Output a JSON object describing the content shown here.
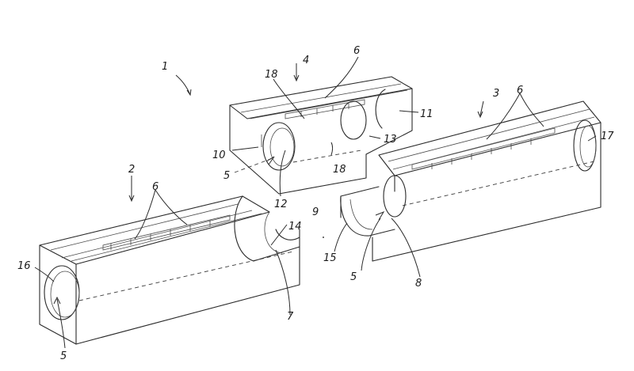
{
  "labels": {
    "l1": "1",
    "l2": "2",
    "l3": "3",
    "l4": "4",
    "l5a": "5",
    "l5b": "5",
    "l5c": "5",
    "l6a": "6",
    "l6b": "6",
    "l6c": "6",
    "l7": "7",
    "l8": "8",
    "l9": "9",
    "l10": "10",
    "l11": "11",
    "l12": "12",
    "l13": "13",
    "l14": "14",
    "l15": "15",
    "l16": "16",
    "l17": "17",
    "l18a": "18",
    "l18b": "18"
  }
}
